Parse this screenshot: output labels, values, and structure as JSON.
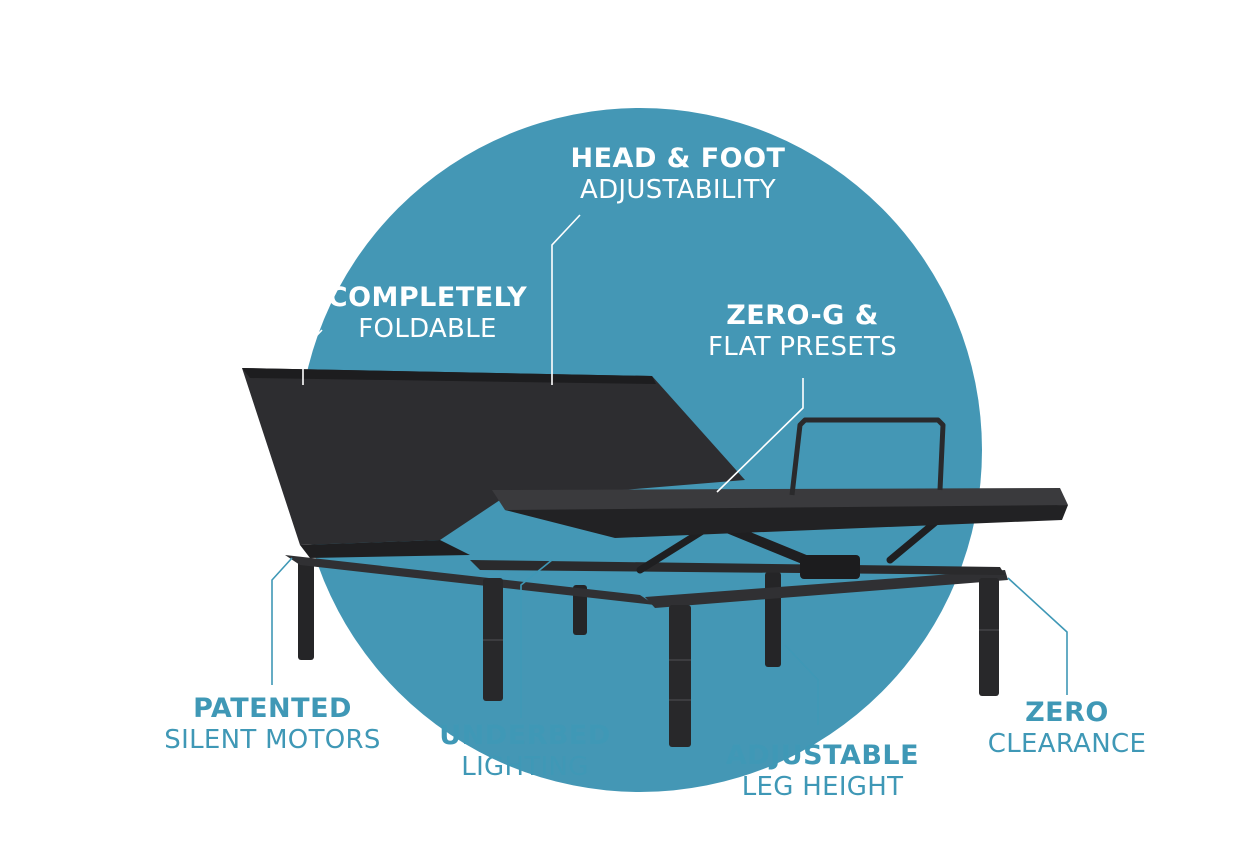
{
  "colors": {
    "circle": "#4497b5",
    "accent_text": "#3f98b6",
    "frame_dark": "#2b2b2d",
    "frame_mid": "#3a3a3d",
    "metal": "#2f2f31",
    "background": "#ffffff"
  },
  "features": {
    "head_foot": {
      "strong": "HEAD & FOOT",
      "light": "ADJUSTABILITY"
    },
    "foldable": {
      "strong": "COMPLETELY",
      "light": "FOLDABLE"
    },
    "zero_g": {
      "strong": "ZERO-G &",
      "light": "FLAT PRESETS"
    },
    "motors": {
      "strong": "PATENTED",
      "light": "SILENT MOTORS"
    },
    "lighting": {
      "strong": "UNDERBED",
      "light": "LIGHTING"
    },
    "leg_height": {
      "strong": "ADJUSTABLE",
      "light": "LEG HEIGHT"
    },
    "clearance": {
      "strong": "ZERO",
      "light": "CLEARANCE"
    }
  },
  "image": {
    "subject": "adjustable-bed-base"
  }
}
